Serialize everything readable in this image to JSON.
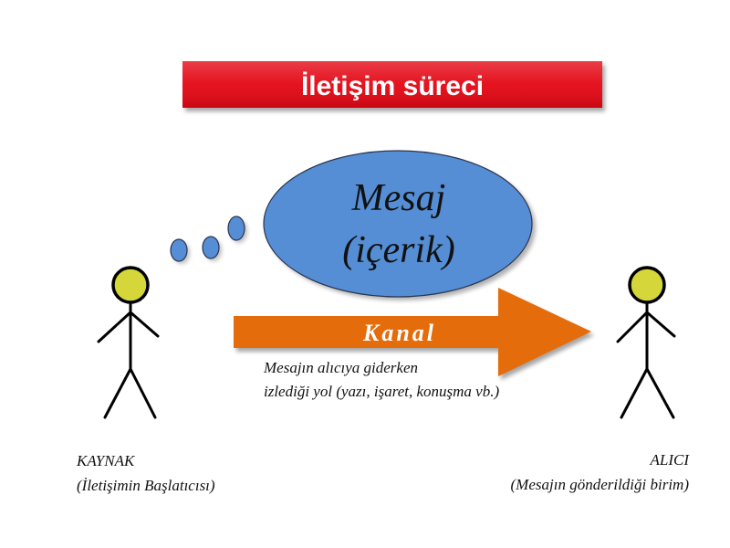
{
  "title": "İletişim süreci",
  "message": {
    "line1": "Mesaj",
    "line2": "(içerik)"
  },
  "channel": {
    "label": "Kanal",
    "description": [
      "Mesajın alıcıya giderken",
      "izlediği yol (yazı, işaret, konuşma vb.)"
    ]
  },
  "source": {
    "label": "KAYNAK",
    "description": "(İletişimin Başlatıcısı)",
    "icon": "stick-figure-person-icon"
  },
  "receiver": {
    "label": "ALICI",
    "description": "(Mesajın gönderildiği birim)",
    "icon": "stick-figure-person-icon"
  },
  "colors": {
    "title_banner": "#E30613",
    "message_bubble": "#558ED5",
    "channel_arrow": "#E46C0A",
    "person_head": "#D4D63A"
  }
}
